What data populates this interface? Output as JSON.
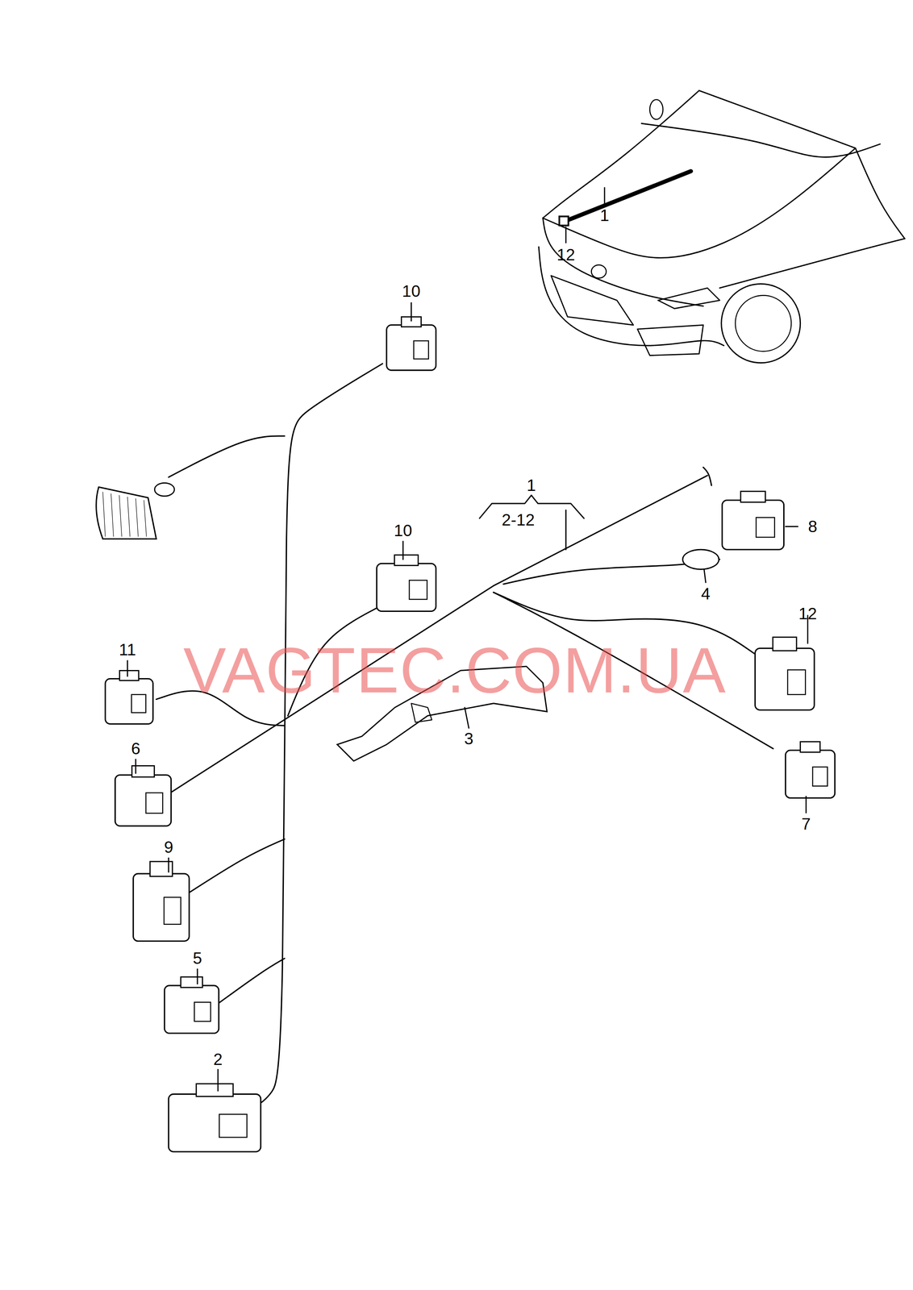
{
  "diagram": {
    "labels": [
      "1",
      "12",
      "10",
      "1",
      "2-12",
      "10",
      "8",
      "4",
      "12",
      "11",
      "3",
      "6",
      "7",
      "9",
      "5",
      "2",
      "VAGTEC.COM.UA"
    ]
  }
}
